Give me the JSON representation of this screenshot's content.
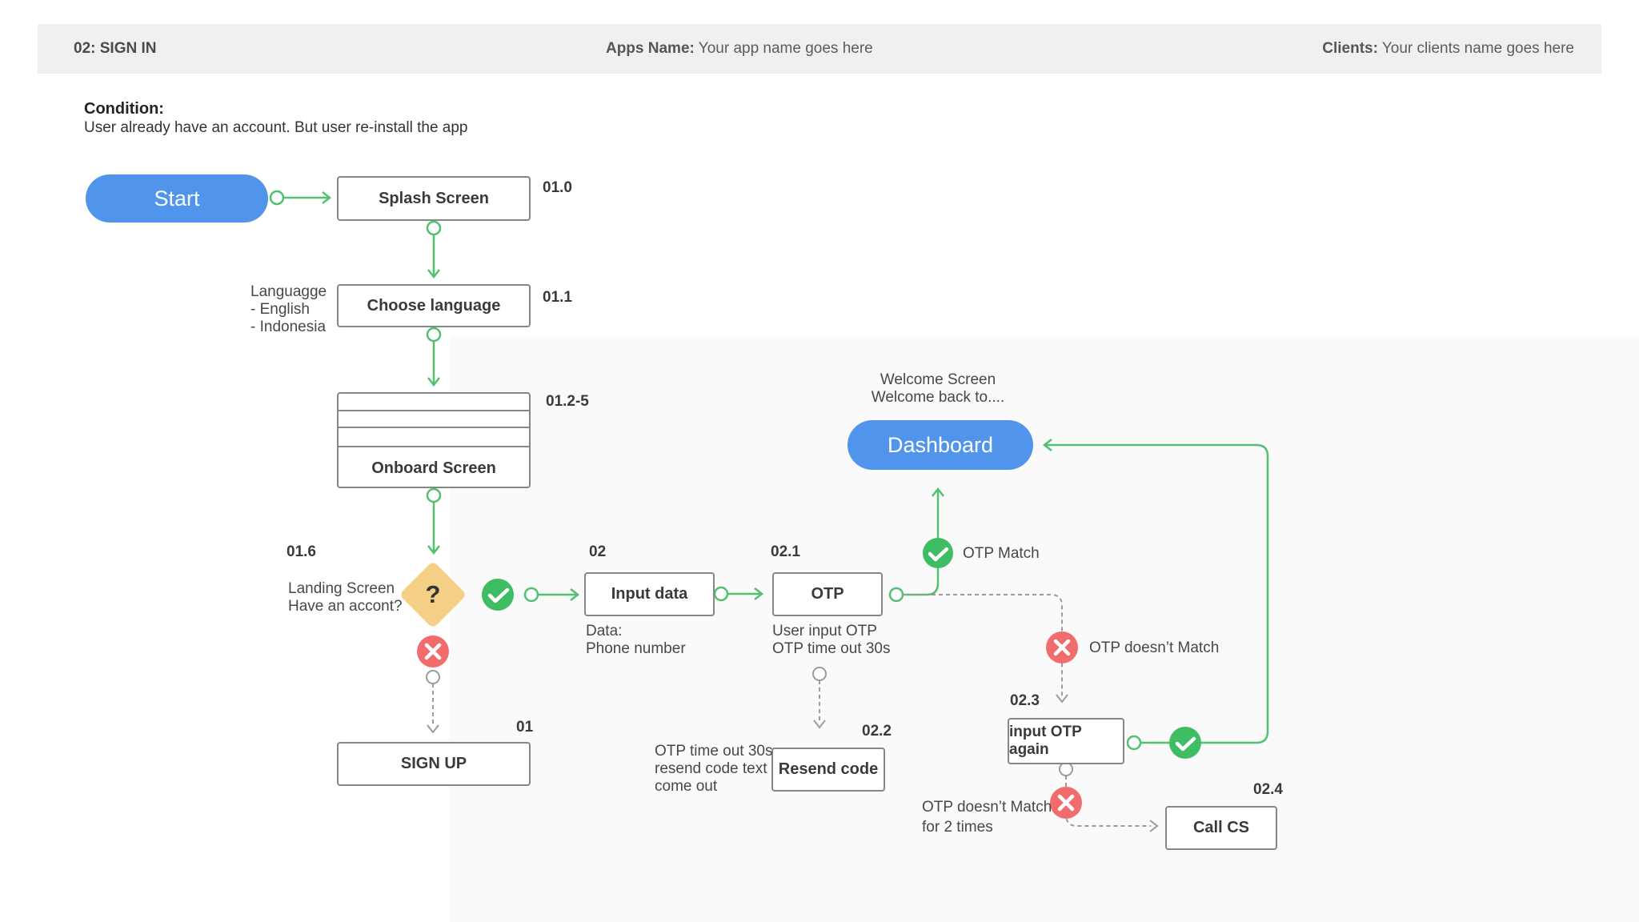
{
  "header": {
    "section": "02: SIGN IN",
    "app_label": "Apps Name:",
    "app_value": " Your app name goes here",
    "client_label": "Clients:",
    "client_value": " Your clients name goes here"
  },
  "condition": {
    "title": "Condition:",
    "text": "User already have an account. But user re-install the app"
  },
  "colors": {
    "accent_blue": "#5095EB",
    "flow_green": "#53C06F",
    "check_green": "#3FBD62",
    "fail_red": "#F16C6C",
    "decision_yellow": "#F4CF86",
    "header_gray": "#f0f0f0",
    "dashed_gray": "#9B9B9B"
  },
  "nodes": {
    "start": {
      "label": "Start"
    },
    "splash": {
      "label": "Splash Screen",
      "tag": "01.0"
    },
    "choose_language": {
      "label": "Choose language",
      "tag": "01.1",
      "note_lines": [
        "Languagge",
        "- English",
        "- Indonesia"
      ]
    },
    "onboard": {
      "label": "Onboard Screen",
      "tag": "01.2-5"
    },
    "decision": {
      "label": "?",
      "tag": "01.6",
      "note_lines": [
        "Landing Screen",
        "Have an accont?"
      ]
    },
    "sign_up": {
      "label": "SIGN UP",
      "tag": "01"
    },
    "input_data": {
      "label": "Input data",
      "tag": "02",
      "note_lines": [
        "Data:",
        "Phone number"
      ]
    },
    "otp": {
      "label": "OTP",
      "tag": "02.1",
      "note_lines": [
        "User input OTP",
        "OTP time out 30s"
      ]
    },
    "dashboard": {
      "label": "Dashboard",
      "note_lines": [
        "Welcome Screen",
        "Welcome back to...."
      ]
    },
    "otp_match": {
      "label": "OTP Match"
    },
    "otp_doesnt_match": {
      "label": "OTP doesn’t Match"
    },
    "input_otp_again": {
      "label": "input OTP again",
      "tag": "02.3"
    },
    "resend_code": {
      "label": "Resend code",
      "tag": "02.2",
      "note_lines": [
        "OTP time out 30s",
        "resend code text",
        "come out"
      ]
    },
    "call_cs": {
      "label": "Call CS",
      "tag": "02.4",
      "note_lines": [
        "OTP doesn’t Match",
        "for 2 times"
      ]
    }
  }
}
